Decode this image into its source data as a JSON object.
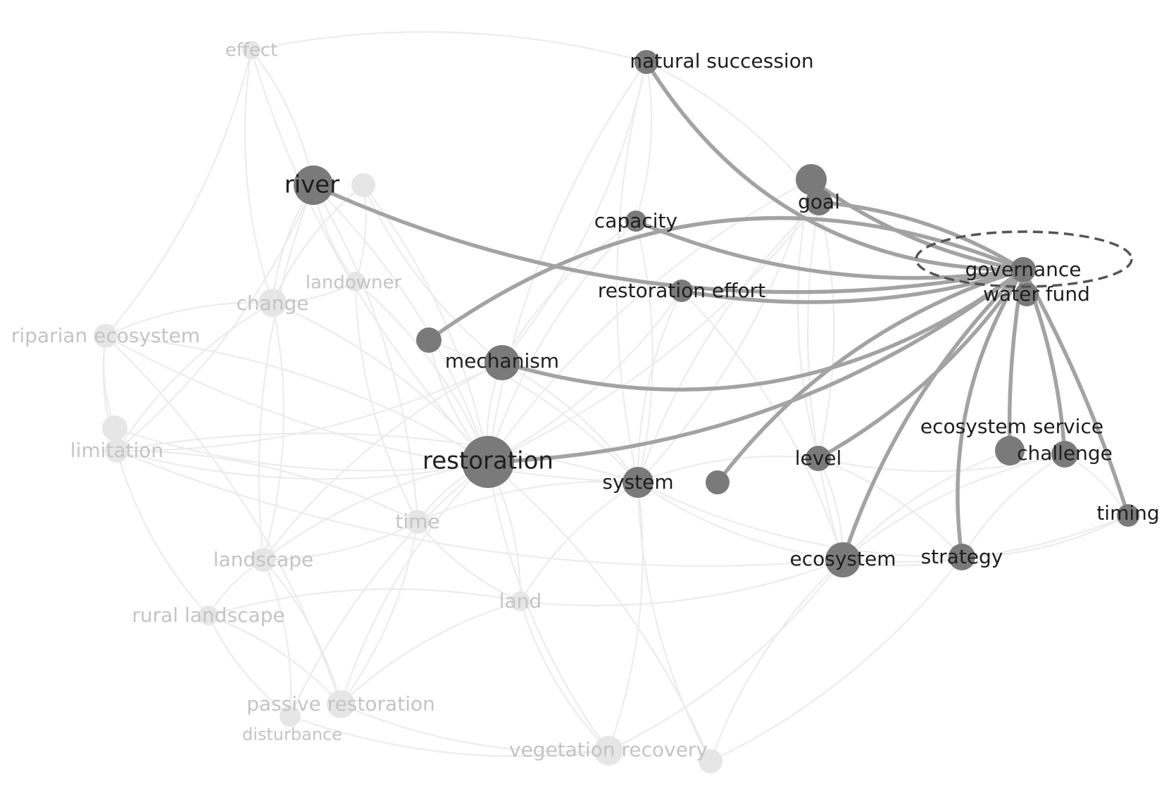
{
  "colors": {
    "background": "#ffffff",
    "highlight_node": "#7a7a7a",
    "highlight_edge": "#a3a3a3",
    "faded_node": "#e6e6e6",
    "faded_edge": "#ececec",
    "highlight_label": "#1e1e1e",
    "faded_label": "#c4c4c4",
    "annotation": "#555555"
  },
  "focus_node": "governance",
  "nodes": [
    {
      "id": "effect",
      "label": "effect",
      "highlighted": false
    },
    {
      "id": "natural-succession",
      "label": "natural succession",
      "highlighted": true
    },
    {
      "id": "river",
      "label": "river",
      "highlighted": true
    },
    {
      "id": "unlabeled-1",
      "label": "",
      "highlighted": false
    },
    {
      "id": "implementation",
      "label": "",
      "highlighted": true
    },
    {
      "id": "goal",
      "label": "goal",
      "highlighted": true
    },
    {
      "id": "capacity",
      "label": "capacity",
      "highlighted": true
    },
    {
      "id": "governance",
      "label": "governance",
      "highlighted": true
    },
    {
      "id": "water-fund",
      "label": "water fund",
      "highlighted": true
    },
    {
      "id": "landowner",
      "label": "landowner",
      "highlighted": false
    },
    {
      "id": "change",
      "label": "change",
      "highlighted": false
    },
    {
      "id": "restoration-effort",
      "label": "restoration effort",
      "highlighted": true
    },
    {
      "id": "riparian-ecosystem",
      "label": "riparian ecosystem",
      "highlighted": false
    },
    {
      "id": "headwater",
      "label": "",
      "highlighted": true
    },
    {
      "id": "mechanism",
      "label": "mechanism",
      "highlighted": true
    },
    {
      "id": "potential",
      "label": "",
      "highlighted": false
    },
    {
      "id": "limitation",
      "label": "limitation",
      "highlighted": false
    },
    {
      "id": "restoration",
      "label": "restoration",
      "highlighted": true
    },
    {
      "id": "system",
      "label": "system",
      "highlighted": true
    },
    {
      "id": "unlabeled-2",
      "label": "",
      "highlighted": true
    },
    {
      "id": "level",
      "label": "level",
      "highlighted": true
    },
    {
      "id": "ecosystem-service",
      "label": "ecosystem service",
      "highlighted": true
    },
    {
      "id": "challenge",
      "label": "challenge",
      "highlighted": true
    },
    {
      "id": "timing",
      "label": "timing",
      "highlighted": true
    },
    {
      "id": "time",
      "label": "time",
      "highlighted": false
    },
    {
      "id": "landscape",
      "label": "landscape",
      "highlighted": false
    },
    {
      "id": "ecosystem",
      "label": "ecosystem",
      "highlighted": true
    },
    {
      "id": "strategy",
      "label": "strategy",
      "highlighted": true
    },
    {
      "id": "land",
      "label": "land",
      "highlighted": false
    },
    {
      "id": "rural-landscape",
      "label": "rural landscape",
      "highlighted": false
    },
    {
      "id": "passive-restoration",
      "label": "passive restoration",
      "highlighted": false
    },
    {
      "id": "disturbance",
      "label": "disturbance",
      "highlighted": false
    },
    {
      "id": "vegetation-recovery",
      "label": "vegetation recovery",
      "highlighted": false
    },
    {
      "id": "unlabeled-3",
      "label": "",
      "highlighted": false
    }
  ],
  "highlighted_edges": [
    [
      "governance",
      "natural-succession"
    ],
    [
      "governance",
      "implementation"
    ],
    [
      "governance",
      "goal"
    ],
    [
      "governance",
      "capacity"
    ],
    [
      "governance",
      "river"
    ],
    [
      "governance",
      "restoration-effort"
    ],
    [
      "governance",
      "mechanism"
    ],
    [
      "governance",
      "restoration"
    ],
    [
      "governance",
      "unlabeled-2"
    ],
    [
      "governance",
      "level"
    ],
    [
      "governance",
      "ecosystem-service"
    ],
    [
      "governance",
      "challenge"
    ],
    [
      "governance",
      "timing"
    ],
    [
      "governance",
      "ecosystem"
    ],
    [
      "governance",
      "strategy"
    ],
    [
      "governance",
      "headwater"
    ]
  ],
  "faded_edges": [
    [
      "effect",
      "river"
    ],
    [
      "effect",
      "change"
    ],
    [
      "effect",
      "riparian-ecosystem"
    ],
    [
      "effect",
      "restoration"
    ],
    [
      "effect",
      "natural-succession"
    ],
    [
      "river",
      "change"
    ],
    [
      "river",
      "restoration"
    ],
    [
      "river",
      "landscape"
    ],
    [
      "river",
      "time"
    ],
    [
      "river",
      "landowner"
    ],
    [
      "river",
      "limitation"
    ],
    [
      "change",
      "limitation"
    ],
    [
      "change",
      "restoration"
    ],
    [
      "change",
      "riparian-ecosystem"
    ],
    [
      "change",
      "landscape"
    ],
    [
      "riparian-ecosystem",
      "limitation"
    ],
    [
      "riparian-ecosystem",
      "restoration"
    ],
    [
      "riparian-ecosystem",
      "system"
    ],
    [
      "riparian-ecosystem",
      "passive-restoration"
    ],
    [
      "limitation",
      "restoration"
    ],
    [
      "limitation",
      "time"
    ],
    [
      "limitation",
      "rural-landscape"
    ],
    [
      "limitation",
      "system"
    ],
    [
      "limitation",
      "ecosystem"
    ],
    [
      "landscape",
      "restoration"
    ],
    [
      "landscape",
      "rural-landscape"
    ],
    [
      "landscape",
      "passive-restoration"
    ],
    [
      "landscape",
      "time"
    ],
    [
      "rural-landscape",
      "passive-restoration"
    ],
    [
      "rural-landscape",
      "disturbance"
    ],
    [
      "rural-landscape",
      "land"
    ],
    [
      "passive-restoration",
      "vegetation-recovery"
    ],
    [
      "passive-restoration",
      "restoration"
    ],
    [
      "passive-restoration",
      "time"
    ],
    [
      "passive-restoration",
      "land"
    ],
    [
      "disturbance",
      "vegetation-recovery"
    ],
    [
      "disturbance",
      "restoration"
    ],
    [
      "disturbance",
      "landscape"
    ],
    [
      "vegetation-recovery",
      "restoration"
    ],
    [
      "vegetation-recovery",
      "system"
    ],
    [
      "vegetation-recovery",
      "land"
    ],
    [
      "vegetation-recovery",
      "ecosystem"
    ],
    [
      "unlabeled-3",
      "ecosystem"
    ],
    [
      "unlabeled-3",
      "restoration"
    ],
    [
      "unlabeled-3",
      "system"
    ],
    [
      "unlabeled-3",
      "strategy"
    ],
    [
      "time",
      "restoration"
    ],
    [
      "time",
      "land"
    ],
    [
      "time",
      "system"
    ],
    [
      "land",
      "restoration"
    ],
    [
      "land",
      "system"
    ],
    [
      "land",
      "ecosystem"
    ],
    [
      "natural-succession",
      "capacity"
    ],
    [
      "natural-succession",
      "restoration"
    ],
    [
      "natural-succession",
      "mechanism"
    ],
    [
      "natural-succession",
      "system"
    ],
    [
      "natural-succession",
      "goal"
    ],
    [
      "capacity",
      "restoration"
    ],
    [
      "capacity",
      "system"
    ],
    [
      "capacity",
      "mechanism"
    ],
    [
      "goal",
      "restoration"
    ],
    [
      "goal",
      "system"
    ],
    [
      "goal",
      "level"
    ],
    [
      "goal",
      "ecosystem"
    ],
    [
      "restoration-effort",
      "restoration"
    ],
    [
      "restoration-effort",
      "system"
    ],
    [
      "restoration-effort",
      "ecosystem"
    ],
    [
      "mechanism",
      "restoration"
    ],
    [
      "mechanism",
      "system"
    ],
    [
      "mechanism",
      "landscape"
    ],
    [
      "mechanism",
      "limitation"
    ],
    [
      "system",
      "ecosystem"
    ],
    [
      "system",
      "level"
    ],
    [
      "system",
      "strategy"
    ],
    [
      "level",
      "ecosystem"
    ],
    [
      "level",
      "challenge"
    ],
    [
      "level",
      "strategy"
    ],
    [
      "ecosystem",
      "strategy"
    ],
    [
      "ecosystem",
      "challenge"
    ],
    [
      "ecosystem",
      "timing"
    ],
    [
      "strategy",
      "challenge"
    ],
    [
      "strategy",
      "timing"
    ],
    [
      "challenge",
      "timing"
    ],
    [
      "ecosystem-service",
      "ecosystem"
    ],
    [
      "unlabeled-1",
      "restoration"
    ],
    [
      "unlabeled-1",
      "change"
    ],
    [
      "unlabeled-1",
      "landowner"
    ],
    [
      "unlabeled-1",
      "mechanism"
    ],
    [
      "landowner",
      "restoration"
    ],
    [
      "landowner",
      "time"
    ],
    [
      "landowner",
      "change"
    ],
    [
      "headwater",
      "restoration"
    ],
    [
      "headwater",
      "system"
    ],
    [
      "potential",
      "restoration"
    ],
    [
      "potential",
      "riparian-ecosystem"
    ],
    [
      "implementation",
      "restoration"
    ],
    [
      "implementation",
      "system"
    ],
    [
      "implementation",
      "level"
    ]
  ]
}
